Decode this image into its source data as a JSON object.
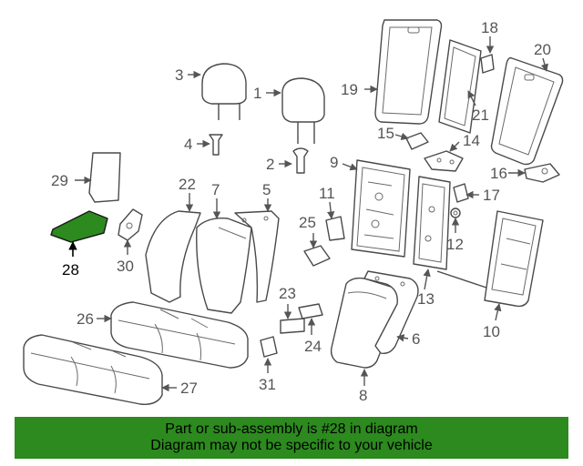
{
  "diagram": {
    "highlight_color": "#2c8a1e",
    "labels": [
      "1",
      "2",
      "3",
      "4",
      "5",
      "6",
      "7",
      "8",
      "9",
      "10",
      "11",
      "12",
      "13",
      "14",
      "15",
      "16",
      "17",
      "18",
      "19",
      "20",
      "21",
      "22",
      "23",
      "24",
      "25",
      "26",
      "27",
      "28",
      "29",
      "30",
      "31"
    ],
    "highlighted_part": "28"
  },
  "banner": {
    "line1": "Part or sub-assembly is #28 in diagram",
    "line2": "Diagram may not be specific to your vehicle",
    "color": "#2c8a1e"
  }
}
